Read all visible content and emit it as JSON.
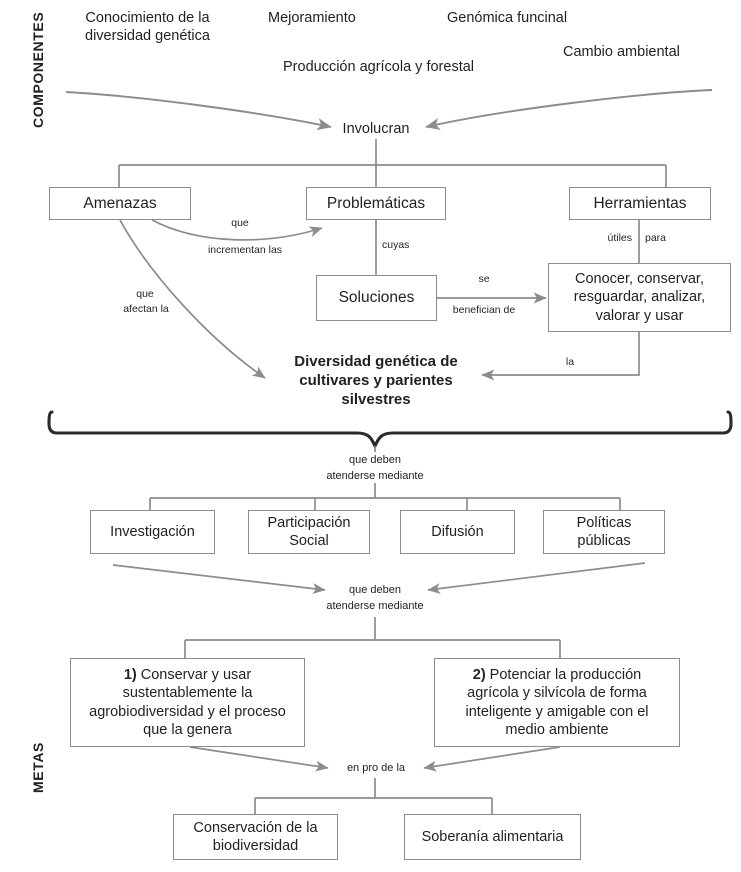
{
  "figure": {
    "title": "Diagrama de componentes y metas de la diversidad genetica",
    "line_color": "#8c8c8c",
    "brace_color": "#2b2b2b",
    "text_color": "#231f20",
    "background": "#ffffff"
  },
  "sections": {
    "componentes_label": "COMPONENTES",
    "metas_label": "METAS"
  },
  "components": [
    {
      "id": "conocimiento",
      "label": "Conocimiento de la\ndiversidad genética"
    },
    {
      "id": "mejoramiento",
      "label": "Mejoramiento"
    },
    {
      "id": "genomica",
      "label": "Genómica funcinal"
    },
    {
      "id": "produccion",
      "label": "Producción agrícola y forestal"
    },
    {
      "id": "cambio",
      "label": "Cambio ambiental"
    }
  ],
  "hub": {
    "involucran": "Involucran"
  },
  "level1_boxes": [
    {
      "id": "amenazas",
      "label": "Amenazas"
    },
    {
      "id": "problematicas",
      "label": "Problemáticas"
    },
    {
      "id": "herramientas",
      "label": "Herramientas"
    }
  ],
  "level2_boxes": [
    {
      "id": "soluciones",
      "label": "Soluciones"
    },
    {
      "id": "acciones",
      "label": "Conocer, conservar,\nresguardar, analizar,\nvalorar y usar"
    }
  ],
  "center_node": {
    "id": "diversidad",
    "label": "Diversidad genética de\ncultivares y parientes\nsilvestres"
  },
  "connector_labels": {
    "que_incrementan_las_1": "que",
    "que_incrementan_las_2": "incrementan las",
    "que_afectan_la_1": "que",
    "que_afectan_la_2": "afectan la",
    "cuyas": "cuyas",
    "se": "se",
    "benefician_de": "benefician de",
    "utiles": "útiles",
    "para": "para",
    "la": "la",
    "que_deben_1": "que deben",
    "atenderse_mediante_1": "atenderse mediante",
    "que_deben_2": "que deben",
    "atenderse_mediante_2": "atenderse mediante",
    "en_pro_de_la": "en pro de la"
  },
  "strategies": [
    {
      "id": "investigacion",
      "label": "Investigación"
    },
    {
      "id": "participacion",
      "label": "Participación\nSocial"
    },
    {
      "id": "difusion",
      "label": "Difusión"
    },
    {
      "id": "politicas",
      "label": "Políticas\npúblicas"
    }
  ],
  "goals": [
    {
      "id": "meta-1",
      "number": "1)",
      "text": " Conservar y usar\nsustentablemente la\nagrobiodiversidad y el proceso\nque la genera"
    },
    {
      "id": "meta-2",
      "number": "2)",
      "text": " Potenciar la producción\nagrícola y silvícola de forma\ninteligente y amigable con el\nmedio ambiente"
    }
  ],
  "outcomes": [
    {
      "id": "conservacion",
      "label": "Conservación de la\nbiodiversidad"
    },
    {
      "id": "soberania",
      "label": "Soberanía alimentaria"
    }
  ]
}
